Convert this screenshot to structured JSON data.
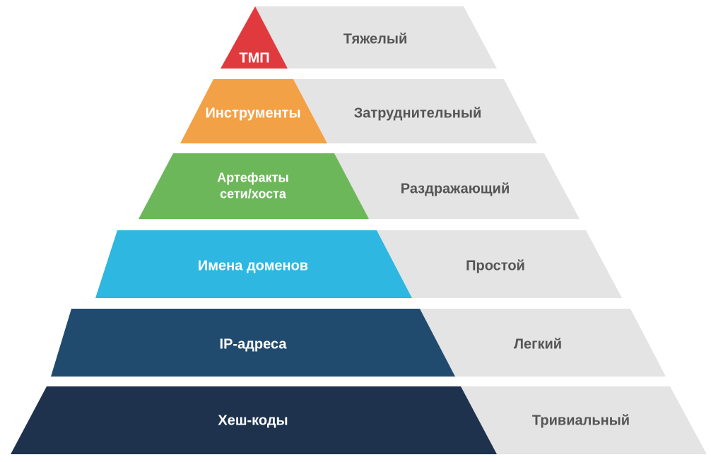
{
  "diagram": {
    "type": "pyramid-of-pain",
    "tiers": [
      {
        "indicator": "ТМП",
        "difficulty": "Тяжелый",
        "color": "#E03A3E"
      },
      {
        "indicator": "Инструменты",
        "difficulty": "Затруднительный",
        "color": "#F3A146"
      },
      {
        "indicator": "Артефакты сети/хоста",
        "indicator_line1": "Артефакты",
        "indicator_line2": "сети/хоста",
        "difficulty": "Раздражающий",
        "color": "#6DB75B"
      },
      {
        "indicator": "Имена доменов",
        "difficulty": "Простой",
        "color": "#2DB7E1"
      },
      {
        "indicator": "IP-адреса",
        "difficulty": "Легкий",
        "color": "#214B6E"
      },
      {
        "indicator": "Хеш-коды",
        "difficulty": "Тривиальный",
        "color": "#1E324D"
      }
    ],
    "difficulty_bg_color": "#E4E4E4",
    "difficulty_text_color": "#555555"
  }
}
